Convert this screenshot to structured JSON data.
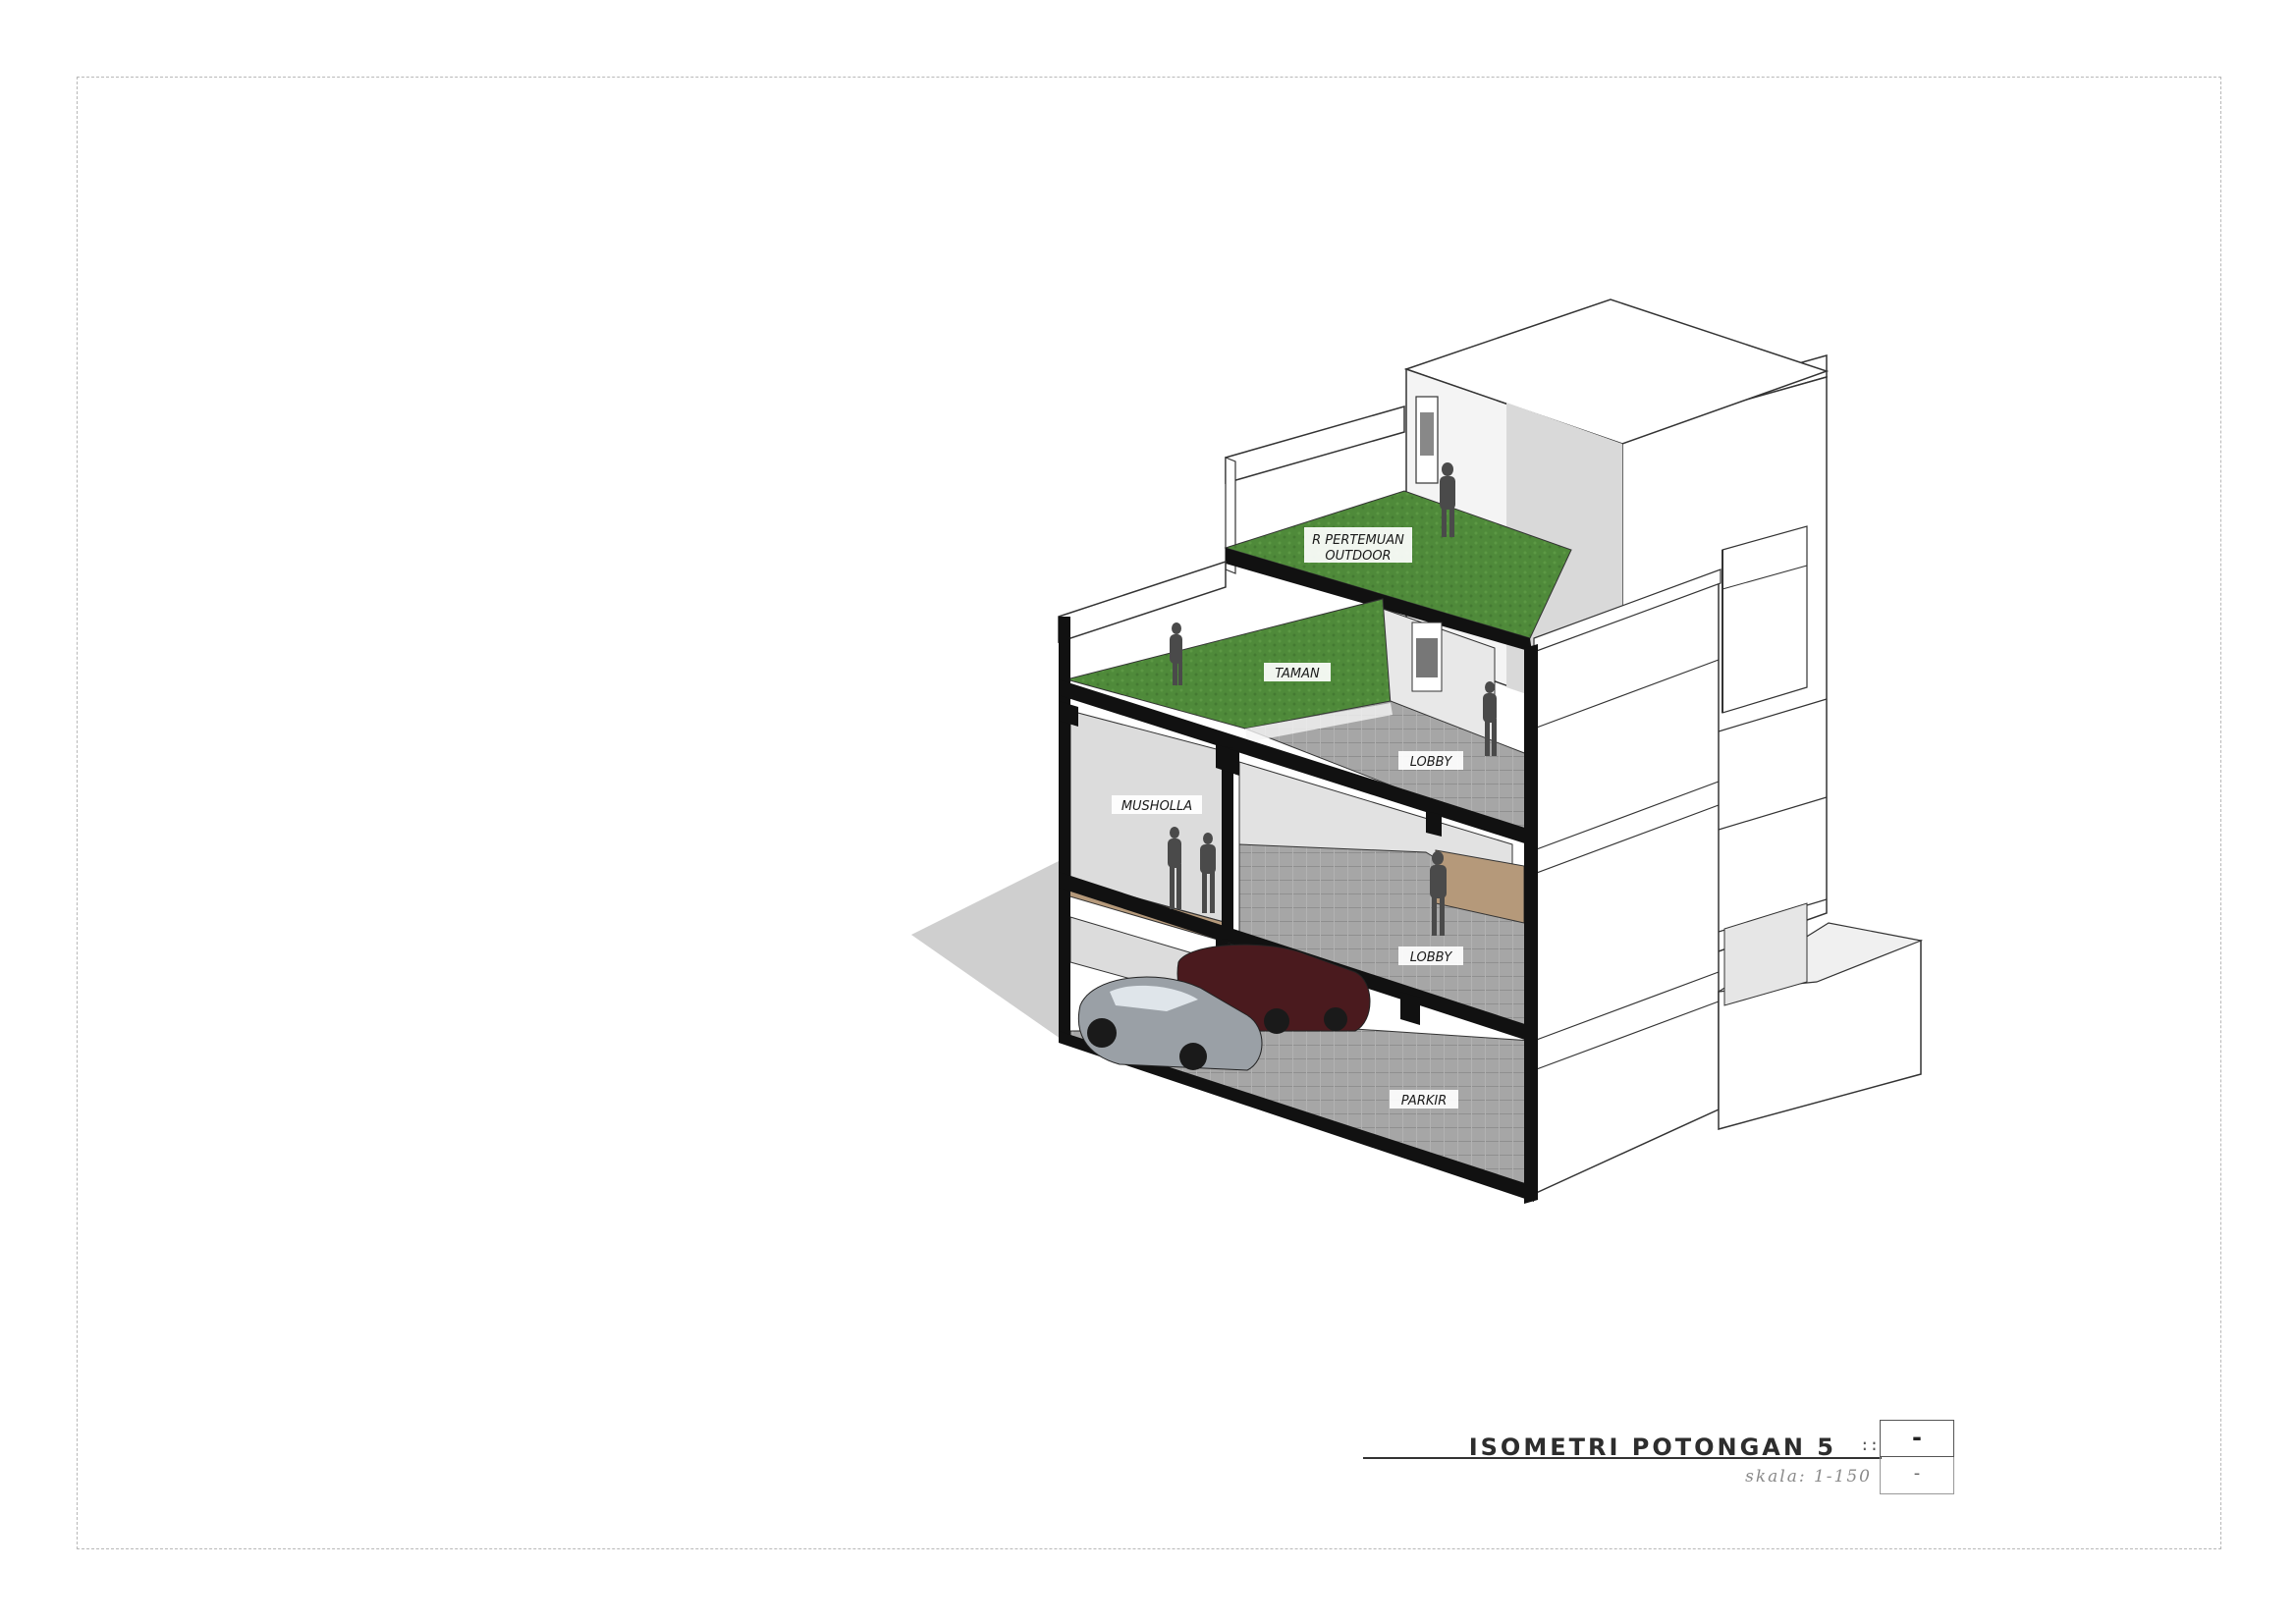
{
  "drawing": {
    "spaces": {
      "outdoor_meeting": [
        "R PERTEMUAN",
        "OUTDOOR"
      ],
      "garden": "TAMAN",
      "lobby_upper": "LOBBY",
      "prayer_room": "MUSHOLLA",
      "lobby_lower": "LOBBY",
      "parking": "PARKIR"
    }
  },
  "title_block": {
    "title": "ISOMETRI POTONGAN 5",
    "separator": "::",
    "scale": "skala: 1-150",
    "sheet_number": "-",
    "scale_box": "-"
  },
  "colors": {
    "grass": "#4f8a3a",
    "section_cut": "#111111",
    "floor_concrete": "#9b9b9b",
    "wood_floor": "#b5997a",
    "wall": "#ffffff",
    "shadow": "#cccccc"
  }
}
